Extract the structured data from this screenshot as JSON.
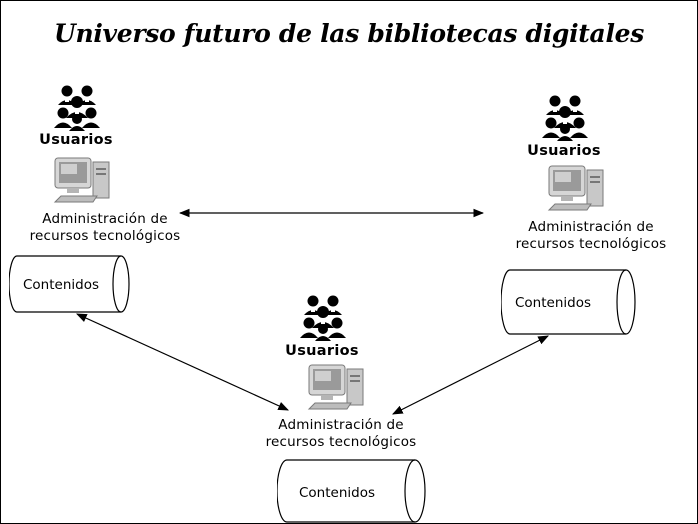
{
  "title": "Universo futuro de las bibliotecas digitales",
  "nodes": [
    {
      "users_label": "Usuarios",
      "admin_line1": "Administración de",
      "admin_line2": "recursos tecnológicos",
      "content_label": "Contenidos"
    },
    {
      "users_label": "Usuarios",
      "admin_line1": "Administración de",
      "admin_line2": "recursos tecnológicos",
      "content_label": "Contenidos"
    },
    {
      "users_label": "Usuarios",
      "admin_line1": "Administración de",
      "admin_line2": "recursos tecnológicos",
      "content_label": "Contenidos"
    }
  ],
  "icons": {
    "users": "users-group-icon",
    "computer": "desktop-computer-icon",
    "storage": "database-cylinder-icon"
  }
}
